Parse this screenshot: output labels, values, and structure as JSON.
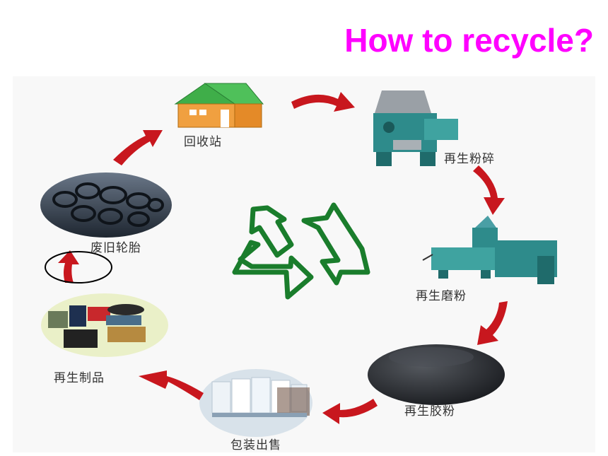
{
  "title": "How to recycle?",
  "colors": {
    "title": "#ff00ff",
    "arrow": "#c8171e",
    "recycle_symbol": "#1a7d2c",
    "house_wall": "#f0a040",
    "house_roof": "#3fae49",
    "machine": "#2e8b8b"
  },
  "stages": [
    {
      "label": "回收站",
      "icon": "house-icon"
    },
    {
      "label": "再生粉碎",
      "icon": "crusher-machine-icon"
    },
    {
      "label": "再生磨粉",
      "icon": "grinder-machine-icon"
    },
    {
      "label": "再生胶粉",
      "icon": "rubber-powder-icon"
    },
    {
      "label": "包装出售",
      "icon": "packaged-bags-icon"
    },
    {
      "label": "再生制品",
      "icon": "recycled-products-icon"
    },
    {
      "label": "废旧轮胎",
      "icon": "tires-icon"
    }
  ],
  "center_icon": "recycle-symbol-icon",
  "highlight": "circled-arrow-waste-tires"
}
